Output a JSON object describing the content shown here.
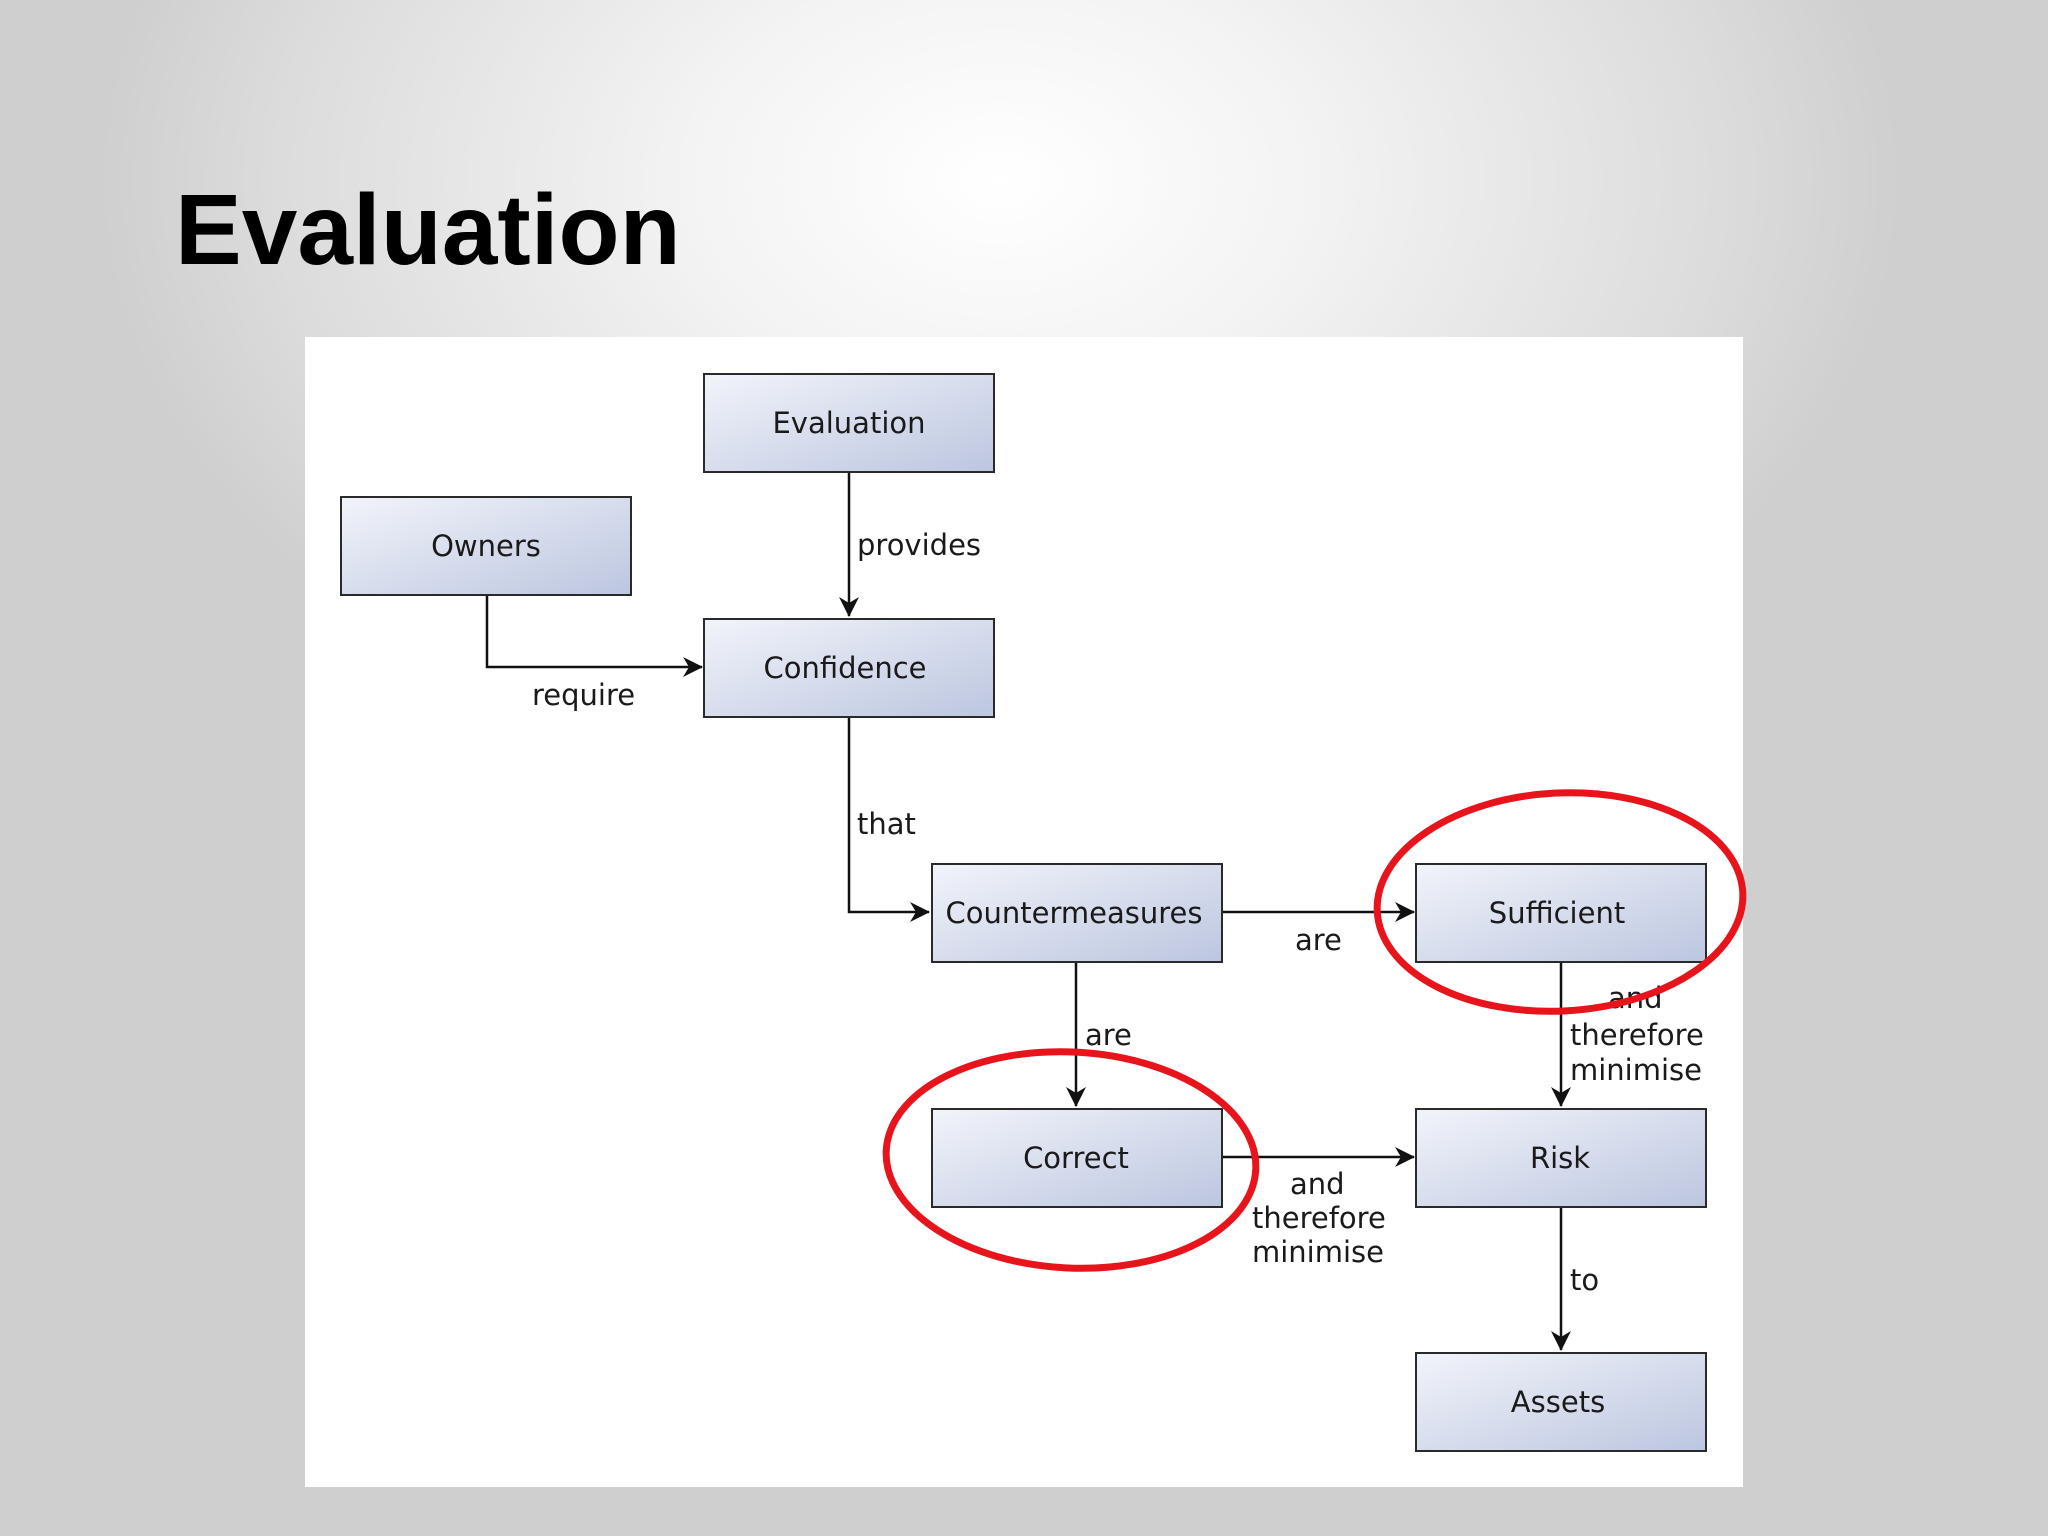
{
  "slide": {
    "title": "Evaluation"
  },
  "diagram": {
    "nodes": {
      "evaluation": "Evaluation",
      "owners": "Owners",
      "confidence": "Confidence",
      "countermeasures": "Countermeasures",
      "sufficient": "Sufficient",
      "correct": "Correct",
      "risk": "Risk",
      "assets": "Assets"
    },
    "edges": {
      "evaluation_confidence": "provides",
      "owners_confidence": "require",
      "confidence_countermeasures": "that",
      "countermeasures_sufficient": "are",
      "countermeasures_correct": "are",
      "sufficient_risk": [
        "and",
        "therefore",
        "minimise"
      ],
      "correct_risk": [
        "and",
        "therefore",
        "minimise"
      ],
      "risk_assets": "to"
    },
    "highlighted_nodes": [
      "sufficient",
      "correct"
    ],
    "colors": {
      "node_fill_start": "#f2f4fa",
      "node_fill_end": "#bcc6e0",
      "node_border": "#2a2a2a",
      "highlight": "#e8141c"
    }
  }
}
